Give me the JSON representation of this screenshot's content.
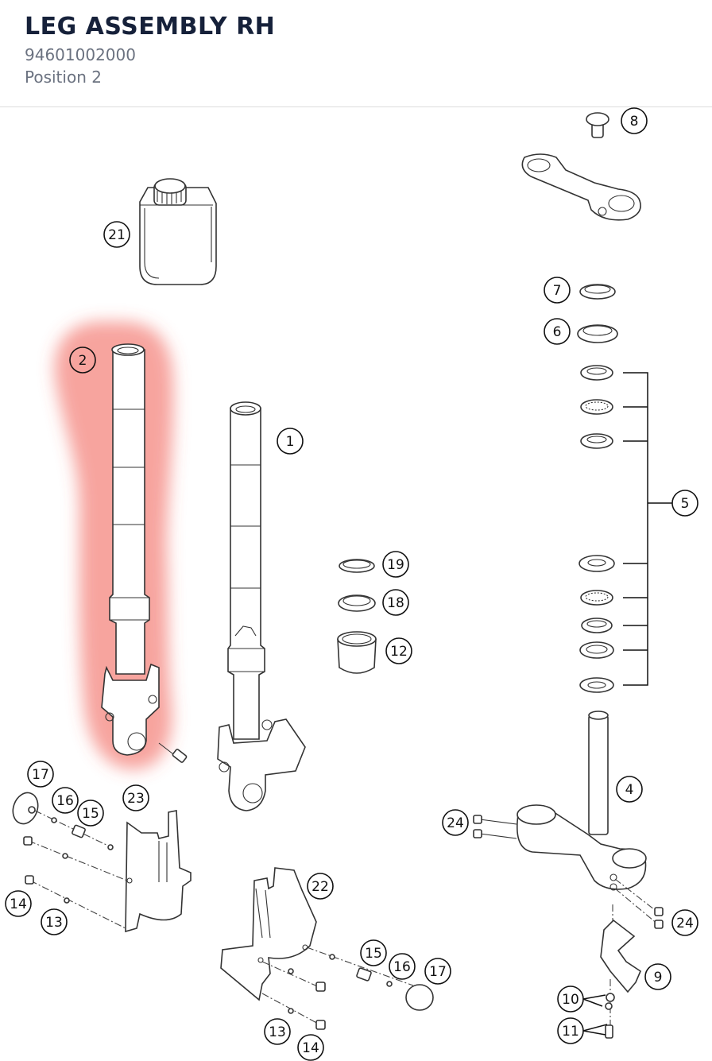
{
  "header": {
    "title": "LEG ASSEMBLY RH",
    "part_number": "94601002000",
    "position": "Position 2"
  },
  "highlight": {
    "color": "#f05a50",
    "item": "2"
  },
  "callouts": {
    "c1": "1",
    "c2": "2",
    "c4": "4",
    "c5": "5",
    "c6": "6",
    "c7": "7",
    "c8": "8",
    "c9": "9",
    "c10": "10",
    "c11": "11",
    "c12": "12",
    "c13a": "13",
    "c13b": "13",
    "c14a": "14",
    "c14b": "14",
    "c15a": "15",
    "c15b": "15",
    "c16a": "16",
    "c16b": "16",
    "c17a": "17",
    "c17b": "17",
    "c18": "18",
    "c19": "19",
    "c21": "21",
    "c22": "22",
    "c23": "23",
    "c24a": "24",
    "c24b": "24"
  }
}
